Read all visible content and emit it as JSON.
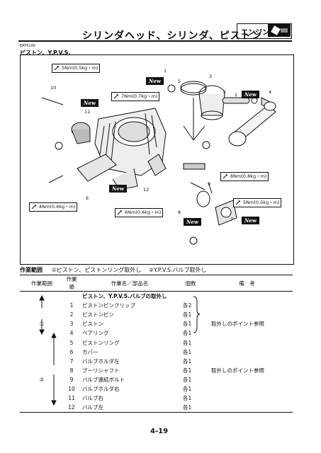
{
  "header": {
    "title": "シリンダヘッド、シリンダ、ピストン",
    "engine_label": "エンジン",
    "code": "EAT0100",
    "subtitle": "ピストン、Y.P.V.S."
  },
  "diagram": {
    "torques": [
      "5Nm(0.5kg・m)",
      "7Nm(0.7kg・m)",
      "8Nm(0.8kg・m)",
      "5Nm(0.5kg・m)",
      "4Nm(0.4kg・m)",
      "6Nm(0.6kg・m)"
    ],
    "new_tag": "New",
    "part_labels": [
      "1",
      "2",
      "3",
      "4",
      "5",
      "6",
      "7",
      "8",
      "9",
      "10",
      "11",
      "12",
      "1"
    ]
  },
  "work_range": {
    "label": "作業範囲",
    "item1": "①ピストン、ピストンリング取外し",
    "item2": "②Y.P.V.S.バルブ取外し"
  },
  "table": {
    "headers": [
      "作業範囲",
      "作業順",
      "作業名／部品名",
      "個数",
      "備　考"
    ],
    "section_title": "ピストン、Y.P.V.S.バルブの取外し",
    "range_labels": [
      "①",
      "②"
    ],
    "rows": [
      {
        "no": "1",
        "name": "ピストンピンクリップ",
        "qty": "各2"
      },
      {
        "no": "2",
        "name": "ピストンピン",
        "qty": "各1"
      },
      {
        "no": "3",
        "name": "ピストン",
        "qty": "各1"
      },
      {
        "no": "4",
        "name": "ベアリング",
        "qty": "各1"
      },
      {
        "no": "5",
        "name": "ピストンリング",
        "qty": "各1"
      },
      {
        "no": "6",
        "name": "カバー",
        "qty": "各1"
      },
      {
        "no": "7",
        "name": "バルブホルダ左",
        "qty": "各1"
      },
      {
        "no": "8",
        "name": "プーリシャフト",
        "qty": "各1"
      },
      {
        "no": "9",
        "name": "バルブ連結ボルト",
        "qty": "各1"
      },
      {
        "no": "10",
        "name": "バルブホルダ右",
        "qty": "各1"
      },
      {
        "no": "11",
        "name": "バルブ右",
        "qty": "各1"
      },
      {
        "no": "12",
        "name": "バルブ左",
        "qty": "各1"
      }
    ],
    "note1": "取外しのポイント参照",
    "note2": "取外しのポイント参照"
  },
  "page_number": "4-19"
}
